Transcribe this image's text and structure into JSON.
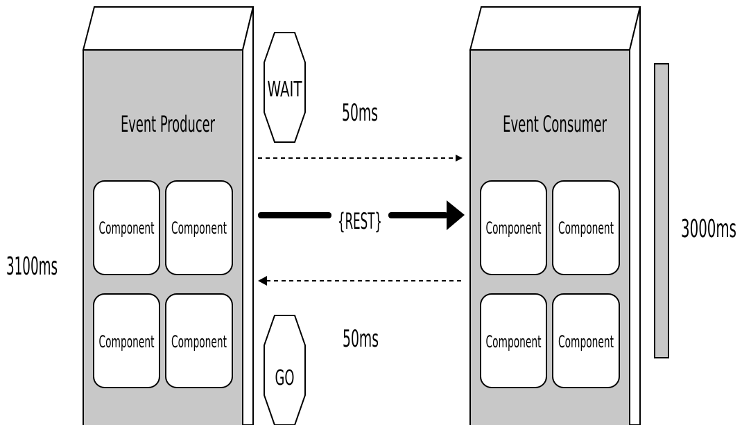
{
  "producer": {
    "title": "Event Producer",
    "components": [
      "Component",
      "Component",
      "Component",
      "Component"
    ]
  },
  "consumer": {
    "title": "Event Consumer",
    "components": [
      "Component",
      "Component",
      "Component",
      "Component"
    ]
  },
  "signs": {
    "wait": "WAIT",
    "go": "GO"
  },
  "timings": {
    "request_latency": "50ms",
    "response_latency": "50ms",
    "producer_total": "3100ms",
    "consumer_processing": "3000ms"
  },
  "protocol_label": "{REST}",
  "colors": {
    "box_fill": "#c8c8c8",
    "box_top_fill": "#ffffff",
    "stroke": "#000000",
    "component_fill": "#ffffff",
    "bar_fill": "#c8c8c8"
  }
}
